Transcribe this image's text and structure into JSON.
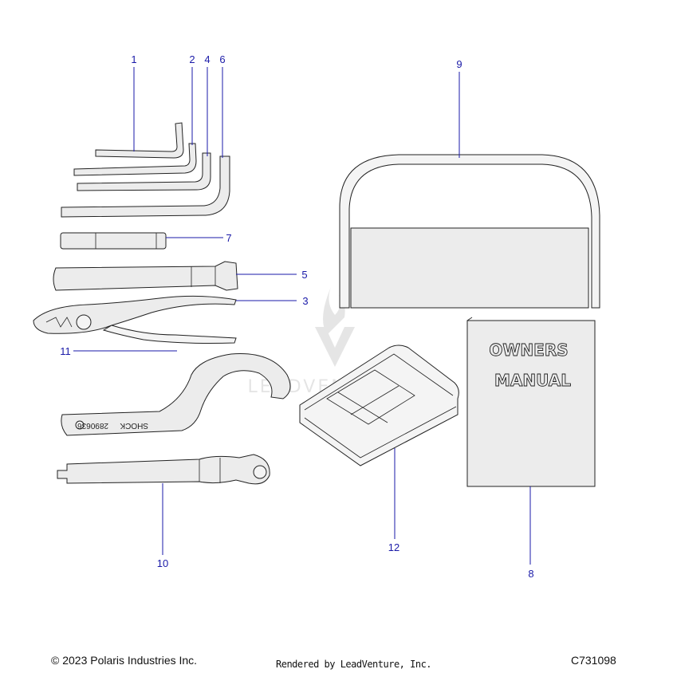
{
  "callouts": [
    {
      "id": "1",
      "label": "1"
    },
    {
      "id": "2",
      "label": "2"
    },
    {
      "id": "3",
      "label": "3"
    },
    {
      "id": "4",
      "label": "4"
    },
    {
      "id": "5",
      "label": "5"
    },
    {
      "id": "6",
      "label": "6"
    },
    {
      "id": "7",
      "label": "7"
    },
    {
      "id": "8",
      "label": "8"
    },
    {
      "id": "9",
      "label": "9"
    },
    {
      "id": "10",
      "label": "10"
    },
    {
      "id": "11",
      "label": "11"
    },
    {
      "id": "12",
      "label": "12"
    }
  ],
  "manual": {
    "line1": "OWNERS",
    "line2": "MANUAL"
  },
  "spanner": {
    "text1": "SHOCK",
    "text2": "2890636"
  },
  "watermark": "LEADVENTURE",
  "footer": {
    "copyright": "© 2023 Polaris Industries Inc.",
    "rendered": "Rendered by LeadVenture, Inc.",
    "code": "C731098"
  },
  "colors": {
    "callout": "#1a1aa8",
    "line": "#222222",
    "fill": "#ececec"
  }
}
